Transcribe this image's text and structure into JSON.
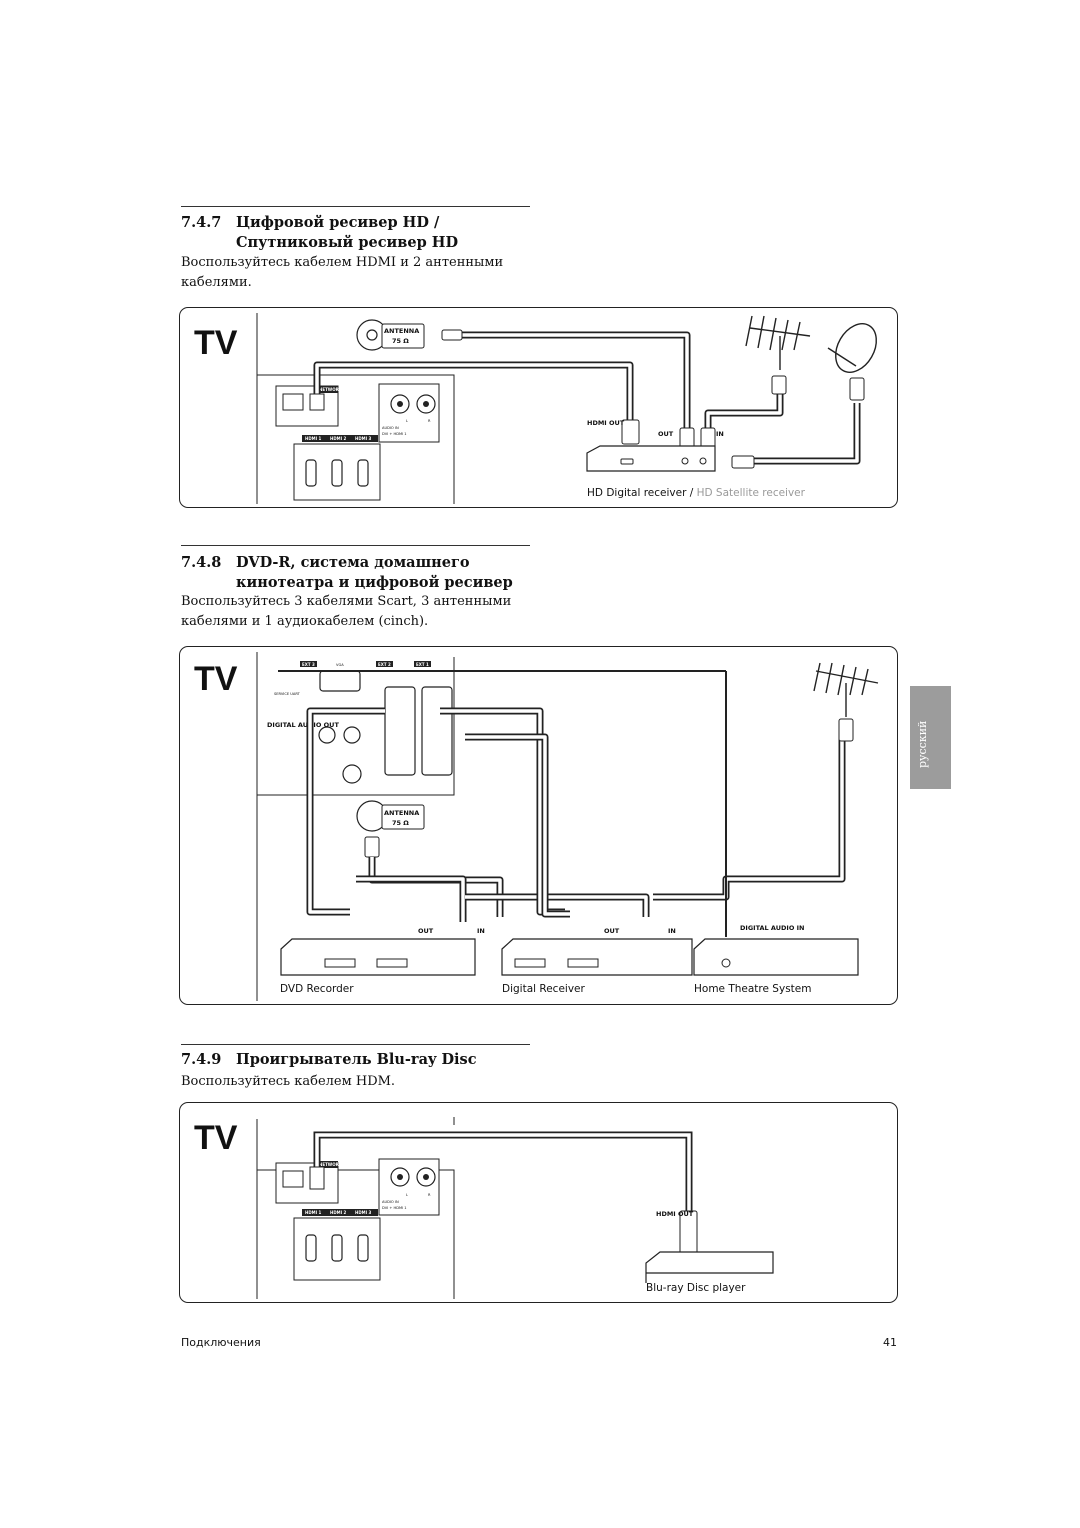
{
  "sections": [
    {
      "number": "7.4.7",
      "title_line1": "Цифровой ресивер HD /",
      "title_line2": "Спутниковый ресивер HD",
      "body": "Воспользуйтесь кабелем HDMI и 2 антенными кабелями.",
      "diagram": {
        "tv_label": "TV",
        "antenna_label": "ANTENNA",
        "antenna_ohm": "75 Ω",
        "network_label": "NETWORK",
        "hdmi_ports": [
          "HDMI 1",
          "HDMI 2",
          "HDMI 3"
        ],
        "audio_in_label": "AUDIO IN",
        "audio_in_sub": "DVI + HDMI 1",
        "audio_lr": [
          "L",
          "R"
        ],
        "hdmi_out_label": "HDMI OUT",
        "out_label": "OUT",
        "in_label": "IN",
        "caption_main": "HD Digital receiver / ",
        "caption_gray": "HD Satellite receiver"
      }
    },
    {
      "number": "7.4.8",
      "title_line1": "DVD-R, система домашнего",
      "title_line2": "кинотеатра и цифровой ресивер",
      "body": "Воспользуйтесь 3 кабелями Scart, 3 антенными кабелями и 1 аудиокабелем (cinch).",
      "diagram": {
        "tv_label": "TV",
        "ext_labels": [
          "EXT 3",
          "EXT 2",
          "EXT 1"
        ],
        "vga_label": "VGA",
        "service_label": "SERVICE UART",
        "digital_audio_out": "DIGITAL AUDIO OUT",
        "antenna_label": "ANTENNA",
        "antenna_ohm": "75 Ω",
        "out_label": "OUT",
        "in_label": "IN",
        "digital_audio_in": "DIGITAL AUDIO IN",
        "devices": [
          "DVD Recorder",
          "Digital Receiver",
          "Home Theatre System"
        ]
      }
    },
    {
      "number": "7.4.9",
      "title_line1": "Проигрыватель Blu-ray Disc",
      "title_line2": "",
      "body": "Воспользуйтесь кабелем HDM.",
      "diagram": {
        "tv_label": "TV",
        "network_label": "NETWORK",
        "hdmi_ports": [
          "HDMI 1",
          "HDMI 2",
          "HDMI 3"
        ],
        "audio_in_label": "AUDIO IN",
        "audio_in_sub": "DVI + HDMI 1",
        "audio_lr": [
          "L",
          "R"
        ],
        "hdmi_out_label": "HDMI OUT",
        "caption": "Blu-ray Disc player"
      }
    }
  ],
  "side_tab": "русский",
  "footer": {
    "left": "Подключения",
    "page_number": "41"
  }
}
